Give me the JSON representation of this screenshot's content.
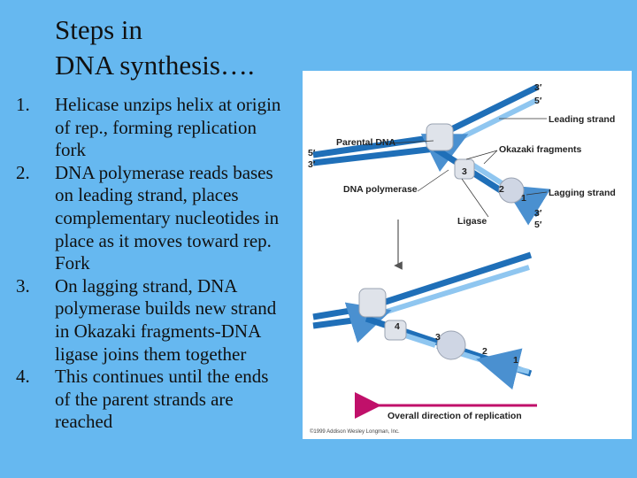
{
  "slide": {
    "title_line1": "Steps in",
    "title_line2": "DNA synthesis…."
  },
  "steps": [
    {
      "num": "1.",
      "text": "Helicase unzips helix at origin of rep., forming replication fork"
    },
    {
      "num": "2.",
      "text": "DNA polymerase reads bases on leading strand, places complementary nucleotides in place as it moves toward rep. Fork"
    },
    {
      "num": "3.",
      "text": "On lagging strand, DNA polymerase builds new strand in Okazaki fragments-DNA ligase joins them together"
    },
    {
      "num": "4.",
      "text": "This continues until the ends of the parent strands are reached"
    }
  ],
  "figure": {
    "labels": {
      "top_3prime": "3′",
      "top_5prime": "5′",
      "leading_strand": "Leading strand",
      "parental_dna": "Parental DNA",
      "okazaki_fragments": "Okazaki fragments",
      "left_5prime": "5′",
      "left_3prime": "3′",
      "dna_polymerase": "DNA polymerase",
      "lagging_strand": "Lagging strand",
      "ligase": "Ligase",
      "right_3prime": "3′",
      "right_5prime": "5′",
      "overall_direction": "Overall direction of replication",
      "credit": "©1999 Addison Wesley Longman, Inc."
    },
    "upper_markers": [
      "3",
      "2",
      "1"
    ],
    "lower_markers": [
      "4",
      "3",
      "2",
      "1"
    ],
    "colors": {
      "strand": "#1f6fb8",
      "new_strand": "#8fc6f0",
      "arrow": "#c0106a",
      "enzyme": "#cfd6e4"
    }
  }
}
